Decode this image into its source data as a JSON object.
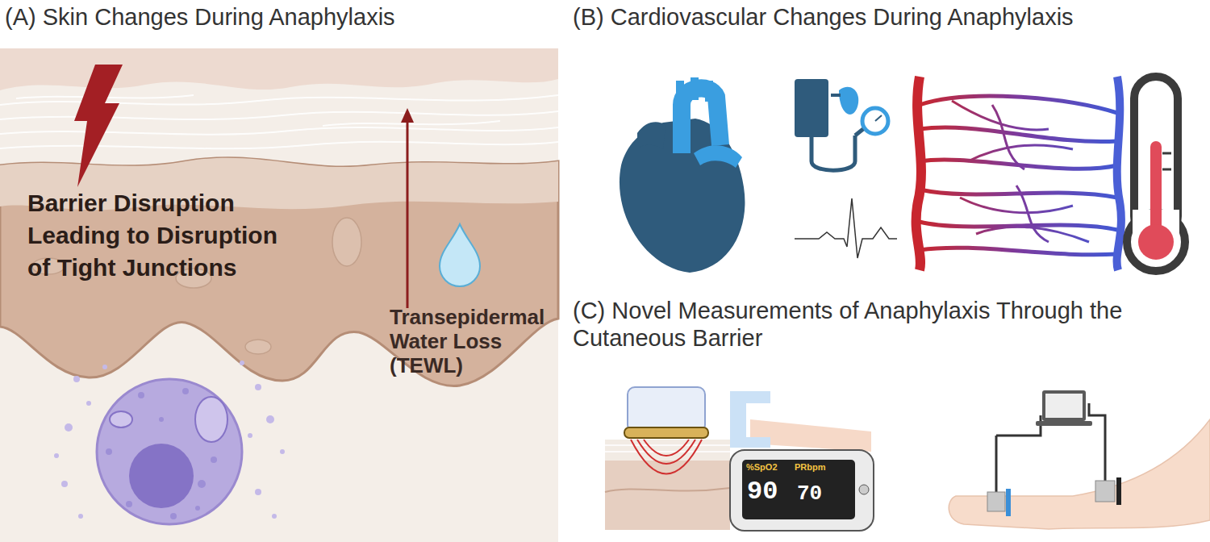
{
  "diagram": {
    "nodes": [
      {
        "text": [
          "(A) Skin Changes During Anaphylaxis",
          "Barrier Disruption Leading to Disruption of Tight Junctions",
          "Transepidermal Water Loss (TEWL)"
        ]
      }
    ],
    "labels": [
      "(B) Cardiovascular Changes During Anaphylaxis",
      "(C) Novel Measurements of Anaphylaxis Through the Cutaneous Barrier",
      "%SpO2",
      "PRbpm",
      "90",
      "70"
    ]
  }
}
